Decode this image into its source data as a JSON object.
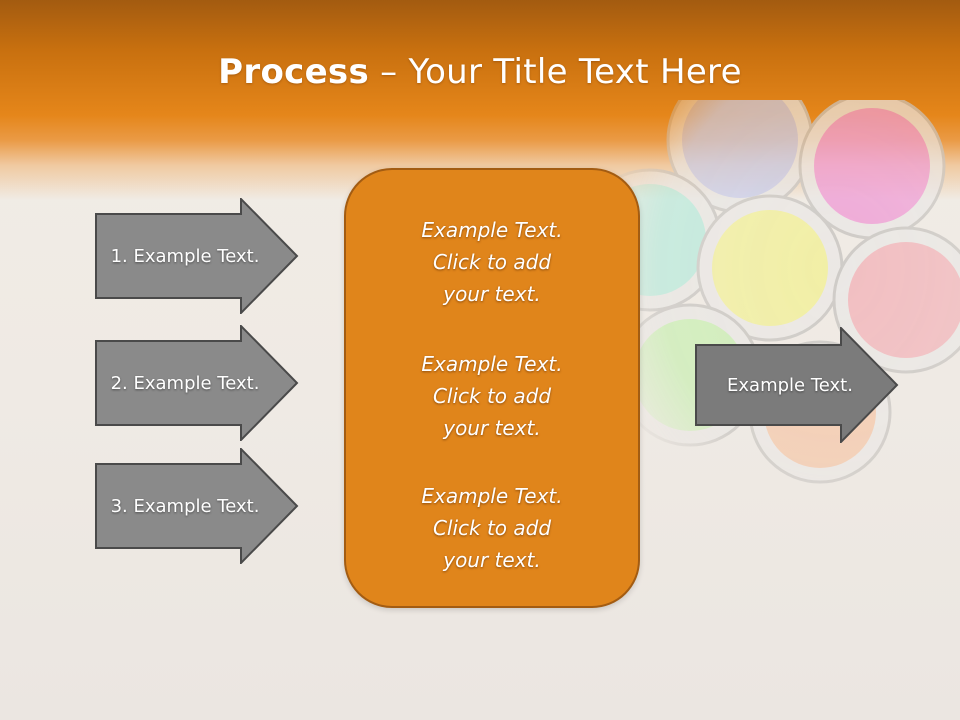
{
  "slide": {
    "title_bold": "Process",
    "title_rest": " – Your Title Text Here",
    "colors": {
      "header_orange": "#e5861a",
      "box_fill": "#e0851b",
      "arrow_fill": "#8a8a8a",
      "arrow_stroke": "#4a4a4a"
    }
  },
  "left_arrows": [
    {
      "label": "1. Example Text."
    },
    {
      "label": "2. Example Text."
    },
    {
      "label": "3. Example Text."
    }
  ],
  "center_box": {
    "items": [
      {
        "line1": "Example Text.",
        "line2": "Click  to add",
        "line3": "your text."
      },
      {
        "line1": "Example Text.",
        "line2": "Click  to add",
        "line3": "your text."
      },
      {
        "line1": "Example Text.",
        "line2": "Click  to add",
        "line3": "your text."
      }
    ]
  },
  "right_arrow": {
    "label": "Example Text."
  },
  "decoration": {
    "icon": "paint-cans-image"
  }
}
